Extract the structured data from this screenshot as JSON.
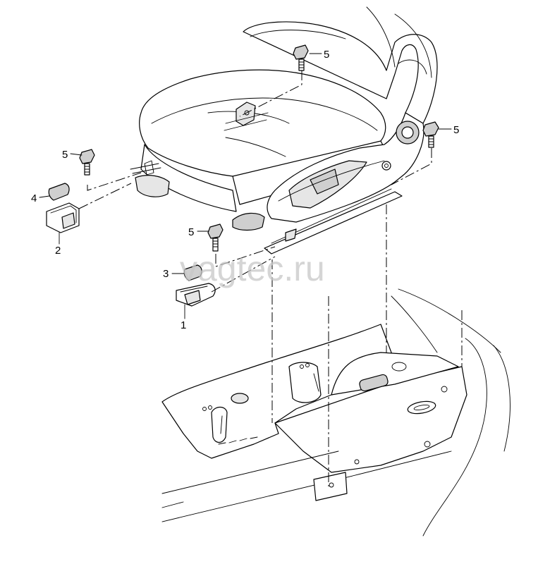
{
  "watermark": "vagtec.ru",
  "callouts": [
    {
      "id": "callout-5-top",
      "label": "5"
    },
    {
      "id": "callout-5-right",
      "label": "5"
    },
    {
      "id": "callout-5-left",
      "label": "5"
    },
    {
      "id": "callout-4",
      "label": "4"
    },
    {
      "id": "callout-2",
      "label": "2"
    },
    {
      "id": "callout-5-middle",
      "label": "5"
    },
    {
      "id": "callout-3",
      "label": "3"
    },
    {
      "id": "callout-1",
      "label": "1"
    }
  ]
}
